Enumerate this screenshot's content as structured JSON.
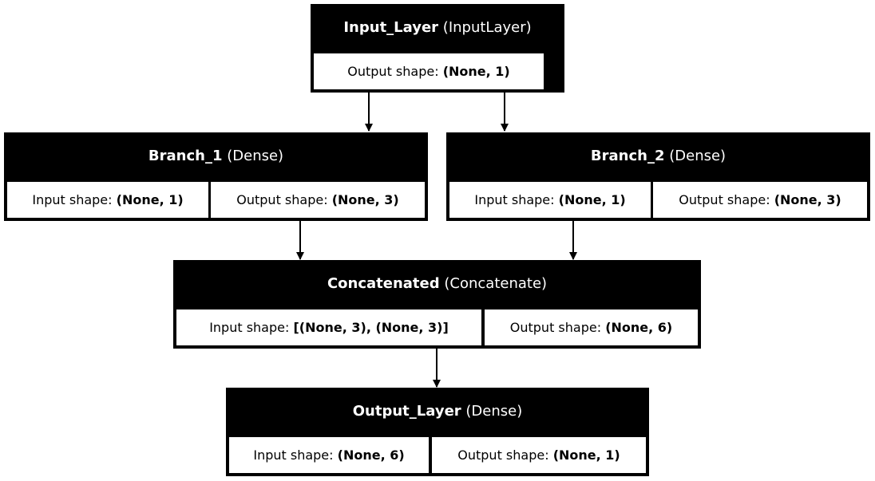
{
  "layers": {
    "input_layer": {
      "name": "Input_Layer",
      "type": "(InputLayer)",
      "output_label": "Output shape:",
      "output_shape": "(None, 1)"
    },
    "branch_1": {
      "name": "Branch_1",
      "type": "(Dense)",
      "input_label": "Input shape:",
      "input_shape": "(None, 1)",
      "output_label": "Output shape:",
      "output_shape": "(None, 3)"
    },
    "branch_2": {
      "name": "Branch_2",
      "type": "(Dense)",
      "input_label": "Input shape:",
      "input_shape": "(None, 1)",
      "output_label": "Output shape:",
      "output_shape": "(None, 3)"
    },
    "concatenated": {
      "name": "Concatenated",
      "type": "(Concatenate)",
      "input_label": "Input shape:",
      "input_shape": "[(None, 3), (None, 3)]",
      "output_label": "Output shape:",
      "output_shape": "(None, 6)"
    },
    "output_layer": {
      "name": "Output_Layer",
      "type": "(Dense)",
      "input_label": "Input shape:",
      "input_shape": "(None, 6)",
      "output_label": "Output shape:",
      "output_shape": "(None, 1)"
    }
  },
  "edges": [
    {
      "from": "Input_Layer",
      "to": "Branch_1"
    },
    {
      "from": "Input_Layer",
      "to": "Branch_2"
    },
    {
      "from": "Branch_1",
      "to": "Concatenated"
    },
    {
      "from": "Branch_2",
      "to": "Concatenated"
    },
    {
      "from": "Concatenated",
      "to": "Output_Layer"
    }
  ],
  "colors": {
    "header_bg": "#000000",
    "header_text": "#ffffff",
    "cell_bg": "#ffffff",
    "edge": "#000000"
  }
}
